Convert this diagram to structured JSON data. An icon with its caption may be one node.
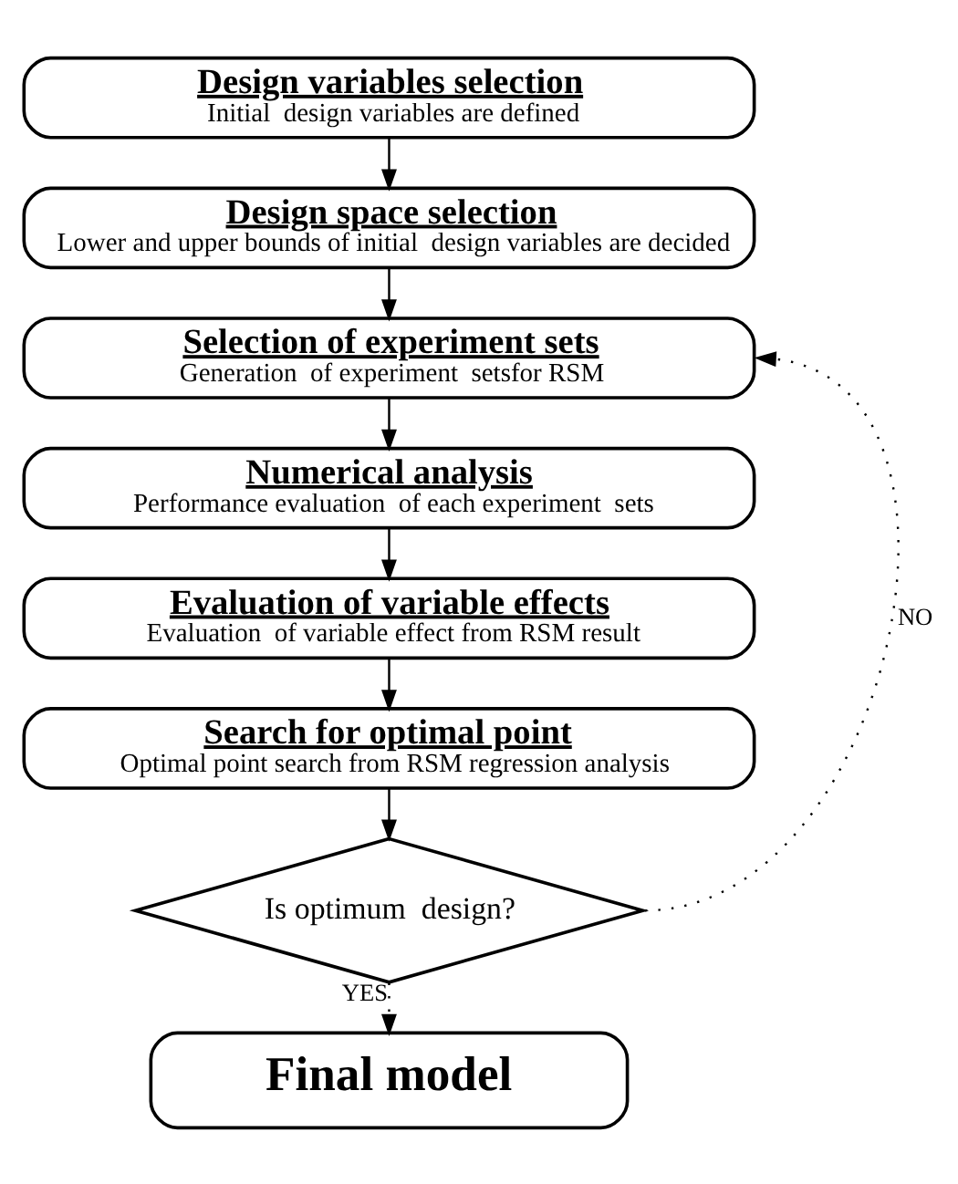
{
  "diagram": {
    "nodes": [
      {
        "text": [
          "Design variables selection",
          "Initial  design variables are defined"
        ]
      },
      {
        "text": [
          "Design space selection",
          "Lower and upper bounds of initial  design variables are decided"
        ]
      },
      {
        "text": [
          "Selection of experiment sets",
          "Generation  of experiment  setsfor RSM"
        ]
      },
      {
        "text": [
          "Numerical analysis",
          "Performance evaluation  of each experiment  sets"
        ]
      },
      {
        "text": [
          "Evaluation of variable effects",
          "Evaluation  of variable effect from RSM result"
        ]
      },
      {
        "text": [
          "Search for optimal point",
          "Optimal point search from RSM regression analysis"
        ]
      },
      {
        "text": [
          "Is optimum  design?"
        ]
      },
      {
        "text": [
          "Final model"
        ]
      }
    ],
    "edges": [
      {
        "from": 0,
        "to": 1,
        "arrow": "to"
      },
      {
        "from": 1,
        "to": 2,
        "arrow": "to"
      },
      {
        "from": 2,
        "to": 3,
        "arrow": "to"
      },
      {
        "from": 3,
        "to": 4,
        "arrow": "to"
      },
      {
        "from": 4,
        "to": 5,
        "arrow": "to"
      },
      {
        "from": 5,
        "to": 6,
        "arrow": "to"
      },
      {
        "from": 6,
        "to": 7,
        "arrow": "to",
        "label": "YES",
        "style": "dashed"
      },
      {
        "from": 6,
        "to": 2,
        "arrow": "to",
        "label": "NO",
        "style": "dashed"
      }
    ]
  }
}
